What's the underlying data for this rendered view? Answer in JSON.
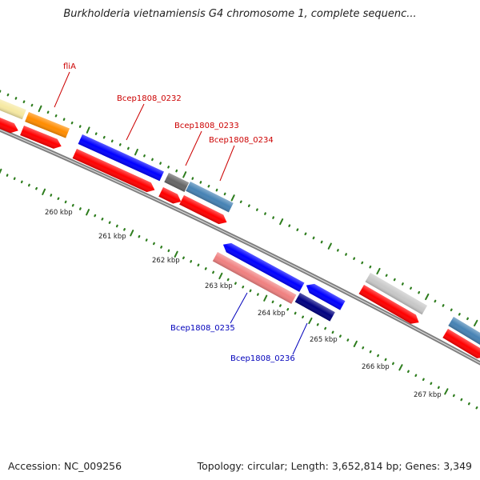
{
  "title": "Burkholderia vietnamiensis G4 chromosome 1, complete sequenc...",
  "footer": {
    "accession": "Accession: NC_009256",
    "summary": "Topology: circular; Length: 3,652,814 bp; Genes: 3,349"
  },
  "scale_labels": [
    "260 kbp",
    "261 kbp",
    "262 kbp",
    "263 kbp",
    "264 kbp",
    "265 kbp",
    "266 kbp",
    "267 kbp"
  ],
  "gene_labels": {
    "fliA": "fliA",
    "bcep0232": "Bcep1808_0232",
    "bcep0233": "Bcep1808_0233",
    "bcep0234": "Bcep1808_0234",
    "bcep0235": "Bcep1808_0235",
    "bcep0236": "Bcep1808_0236"
  },
  "colors": {
    "forward_label": "#cc0000",
    "reverse_label": "#0000bb",
    "backbone": "#808080",
    "tick": "#2e7d1e",
    "cds": "#ff0000"
  }
}
